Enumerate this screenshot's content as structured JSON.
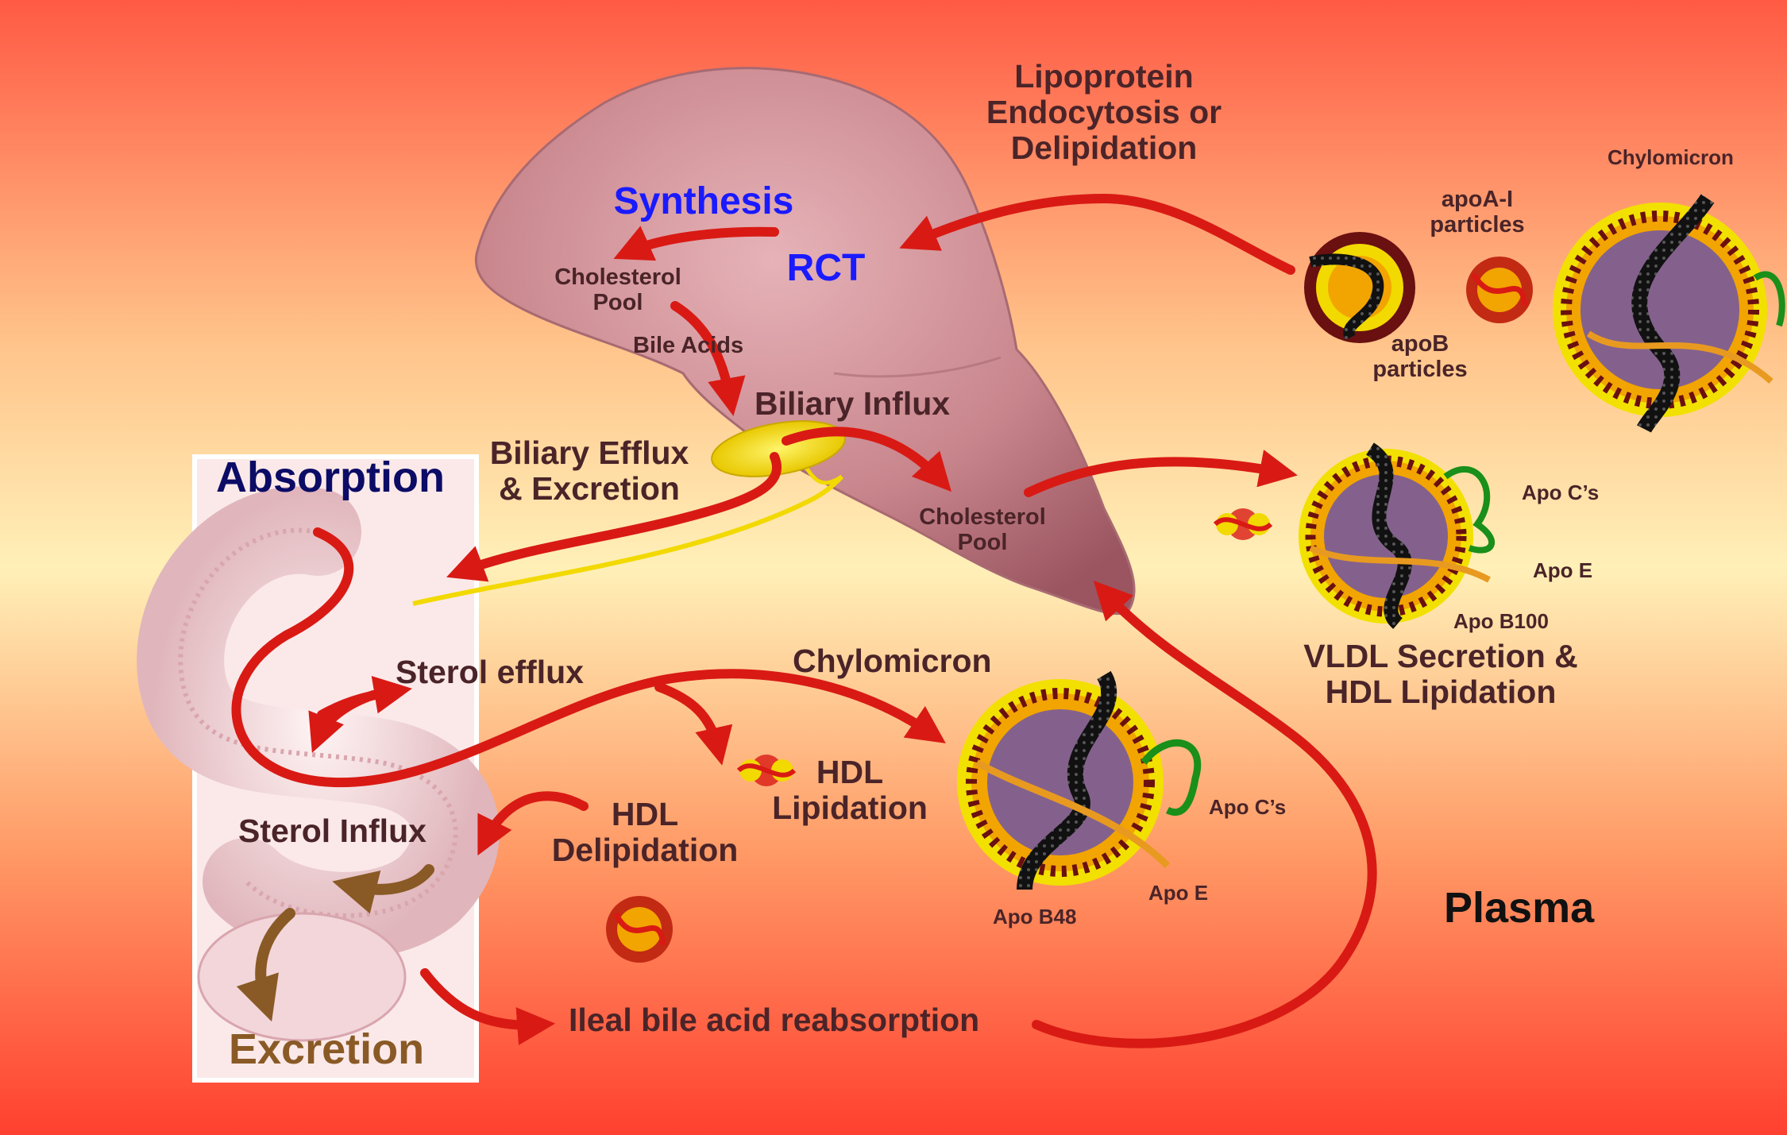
{
  "colors": {
    "background_top": "#ff5a44",
    "background_mid": "#fff0b8",
    "background_bottom": "#ff4030",
    "arrow_red": "#d91a14",
    "liver": "#c8858c",
    "bile_yellow": "#f2d900",
    "label_dark": "#4a2428",
    "label_blue": "#1a1aff",
    "label_navy": "#0c0c66",
    "label_brown": "#8a5a26",
    "apo_green": "#1a8f1a"
  },
  "liver": {
    "synthesis": "Synthesis",
    "rct": "RCT",
    "cholesterol_pool_top": "Cholesterol\nPool",
    "bile_acids": "Bile Acids",
    "biliary_influx": "Biliary Influx",
    "cholesterol_pool_bottom": "Cholesterol\nPool"
  },
  "intestine": {
    "absorption": "Absorption",
    "biliary_efflux": "Biliary Efflux\n& Excretion",
    "sterol_efflux": "Sterol  efflux",
    "sterol_influx": "Sterol Influx",
    "excretion": "Excretion",
    "ileal": "Ileal bile acid reabsorption"
  },
  "hdl": {
    "lipidation": "HDL\nLipidation",
    "delipidation": "HDL\nDelipidation"
  },
  "chylomicron_center": {
    "title": "Chylomicron",
    "apo_cs": "Apo C’s",
    "apo_e": "Apo E",
    "apo_b48": "Apo B48"
  },
  "top_right": {
    "endocytosis": "Lipoprotein\nEndocytosis or\nDelipidation",
    "apoa1": "apoA-I\nparticles",
    "apob": "apoB\nparticles",
    "chylomicron": "Chylomicron"
  },
  "vldl": {
    "apo_cs": "Apo C’s",
    "apo_e": "Apo E",
    "apo_b100": "Apo B100",
    "secretion": "VLDL Secretion &\nHDL Lipidation"
  },
  "plasma": "Plasma"
}
